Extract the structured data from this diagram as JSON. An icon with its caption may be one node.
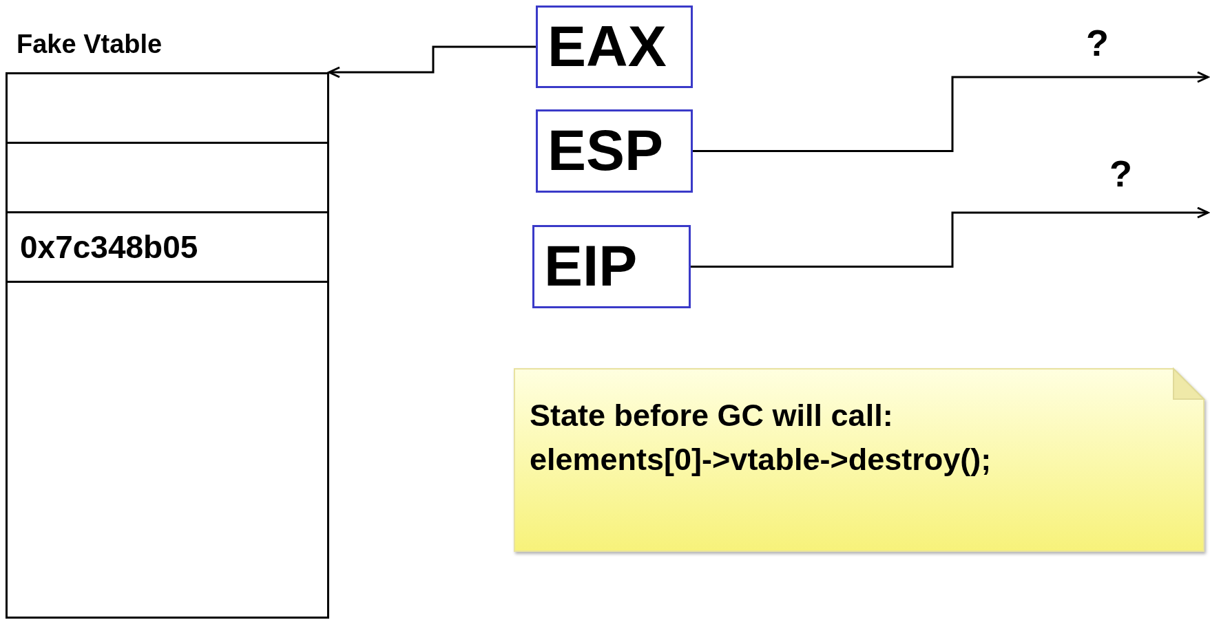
{
  "diagram": {
    "nodes": [
      {
        "text": [
          "Fake Vtable"
        ]
      },
      {
        "text": [],
        "shape": "box",
        "in": 0
      },
      {
        "text": [],
        "shape": "box",
        "in": 0
      },
      {
        "text": [
          "0x7c348b05"
        ],
        "in": 0
      },
      {
        "text": [],
        "shape": "box",
        "in": 0
      },
      {
        "text": [
          "EAX"
        ]
      },
      {
        "text": [
          "ESP"
        ]
      },
      {
        "text": [
          "EIP"
        ]
      },
      {
        "text": [
          "State before GC will call: elements[0]->vtable->destroy();"
        ]
      }
    ],
    "edges": [
      {
        "from": 5,
        "to": 0,
        "arrow": "to"
      },
      {
        "from": 6,
        "to": null,
        "arrow": "to",
        "label": "?"
      },
      {
        "from": 7,
        "to": null,
        "arrow": "to",
        "label": "?"
      }
    ]
  }
}
